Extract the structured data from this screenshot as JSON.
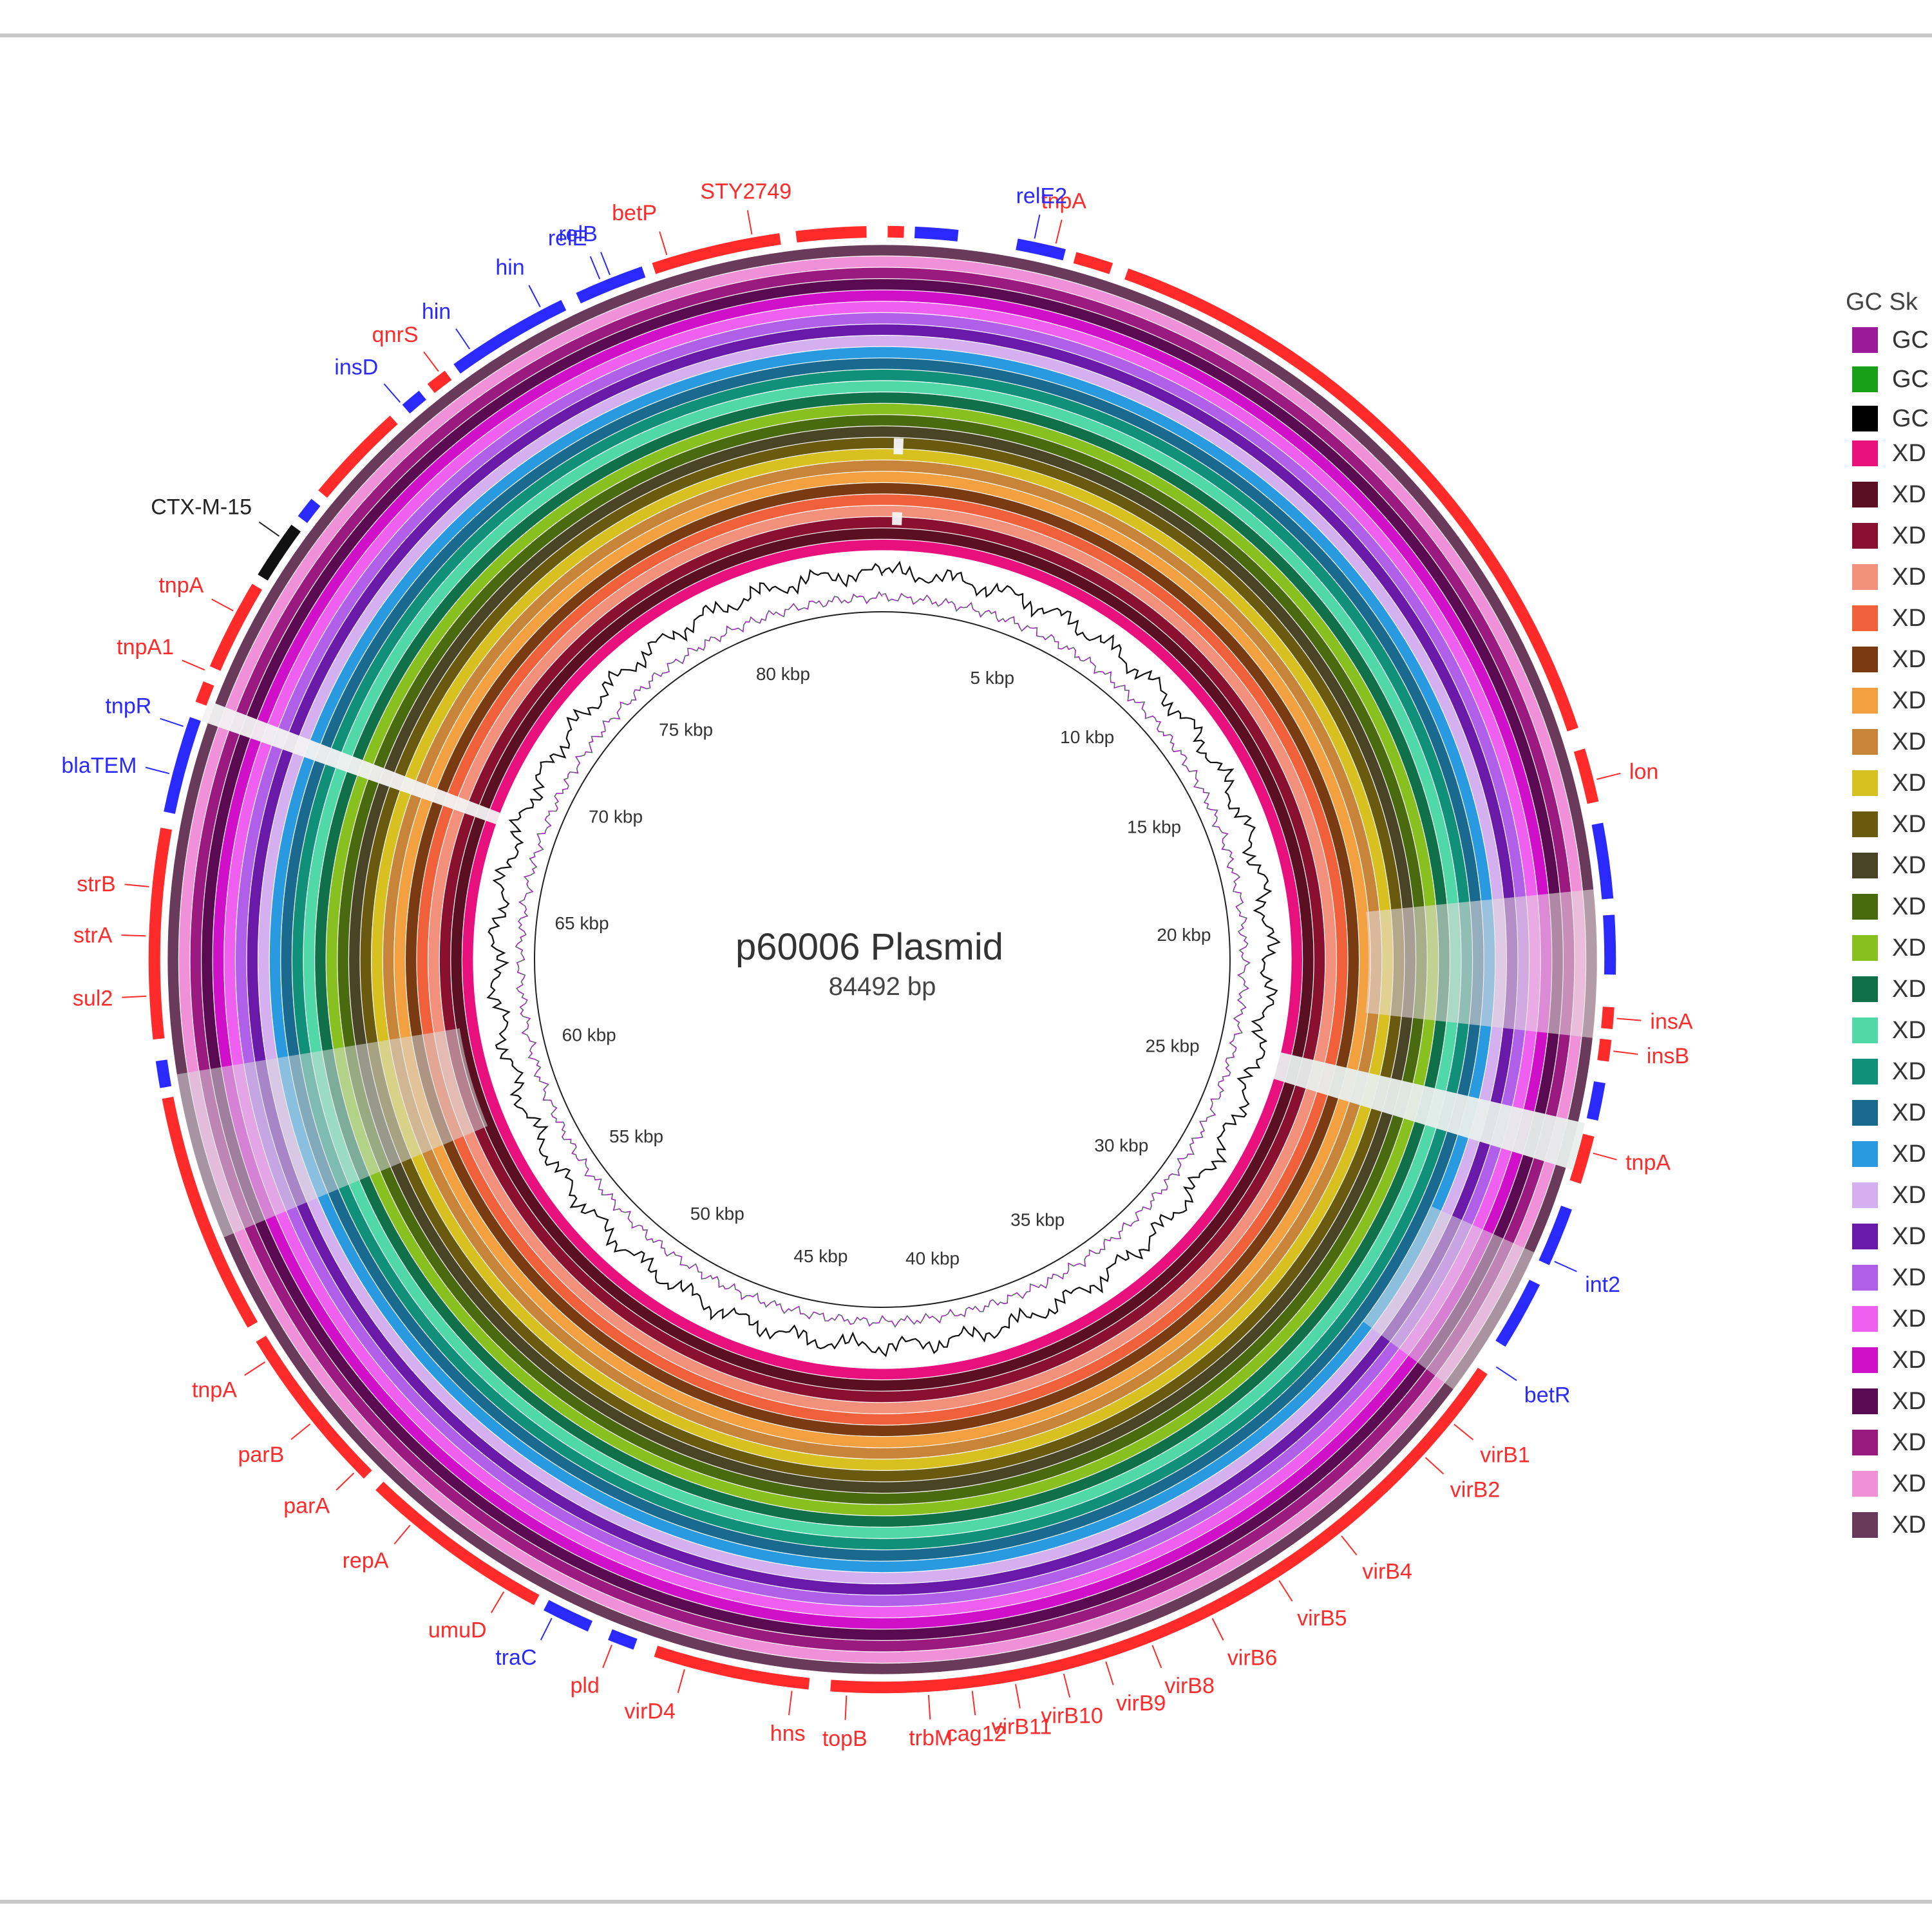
{
  "figure": {
    "center_title": "p60006 Plasmid",
    "center_subtitle": "84492 bp"
  },
  "scale_ticks": [
    "5 kbp",
    "10 kbp",
    "15 kbp",
    "20 kbp",
    "25 kbp",
    "30 kbp",
    "35 kbp",
    "40 kbp",
    "45 kbp",
    "50 kbp",
    "55 kbp",
    "60 kbp",
    "65 kbp",
    "70 kbp",
    "75 kbp",
    "80 kbp"
  ],
  "gene_labels": [
    {
      "text": "tnpA",
      "color": "#ff2a2a",
      "kb": 3.2
    },
    {
      "text": "relE2",
      "color": "#2a2aff",
      "kb": 2.8
    },
    {
      "text": "STY2749",
      "color": "#ff2a2a",
      "kb": 82.1
    },
    {
      "text": "betP",
      "color": "#ff2a2a",
      "kb": 80.5
    },
    {
      "text": "relB",
      "color": "#2a2aff",
      "kb": 79.4
    },
    {
      "text": "relE",
      "color": "#2a2aff",
      "kb": 79.2
    },
    {
      "text": "hin",
      "color": "#2a2aff",
      "kb": 78.0
    },
    {
      "text": "hin",
      "color": "#2a2aff",
      "kb": 76.5
    },
    {
      "text": "qnrS",
      "color": "#ff2a2a",
      "kb": 75.8
    },
    {
      "text": "insD",
      "color": "#2a2aff",
      "kb": 74.9
    },
    {
      "text": "CTX-M-15",
      "color": "#222222",
      "kb": 71.6
    },
    {
      "text": "tnpA",
      "color": "#ff2a2a",
      "kb": 70.0
    },
    {
      "text": "tnpA1",
      "color": "#ff2a2a",
      "kb": 68.8
    },
    {
      "text": "tnpR",
      "color": "#2a2aff",
      "kb": 67.7
    },
    {
      "text": "blaTEM",
      "color": "#2a2aff",
      "kb": 66.8
    },
    {
      "text": "strB",
      "color": "#ff2a2a",
      "kb": 64.7
    },
    {
      "text": "strA",
      "color": "#ff2a2a",
      "kb": 63.8
    },
    {
      "text": "sul2",
      "color": "#ff2a2a",
      "kb": 62.7
    },
    {
      "text": "tnpA",
      "color": "#ff2a2a",
      "kb": 55.6
    },
    {
      "text": "parB",
      "color": "#ff2a2a",
      "kb": 54.2
    },
    {
      "text": "parA",
      "color": "#ff2a2a",
      "kb": 53.0
    },
    {
      "text": "repA",
      "color": "#ff2a2a",
      "kb": 51.6
    },
    {
      "text": "umuD",
      "color": "#ff2a2a",
      "kb": 49.5
    },
    {
      "text": "traC",
      "color": "#2a2aff",
      "kb": 48.5
    },
    {
      "text": "pld",
      "color": "#ff2a2a",
      "kb": 47.3
    },
    {
      "text": "virD4",
      "color": "#ff2a2a",
      "kb": 45.9
    },
    {
      "text": "hns",
      "color": "#ff2a2a",
      "kb": 43.9
    },
    {
      "text": "topB",
      "color": "#ff2a2a",
      "kb": 42.9
    },
    {
      "text": "trbM",
      "color": "#ff2a2a",
      "kb": 41.4
    },
    {
      "text": "cag12",
      "color": "#ff2a2a",
      "kb": 40.6
    },
    {
      "text": "virB11",
      "color": "#ff2a2a",
      "kb": 39.8
    },
    {
      "text": "virB10",
      "color": "#ff2a2a",
      "kb": 38.9
    },
    {
      "text": "virB9",
      "color": "#ff2a2a",
      "kb": 38.1
    },
    {
      "text": "virB8",
      "color": "#ff2a2a",
      "kb": 37.2
    },
    {
      "text": "virB6",
      "color": "#ff2a2a",
      "kb": 36.0
    },
    {
      "text": "virB5",
      "color": "#ff2a2a",
      "kb": 34.6
    },
    {
      "text": "virB4",
      "color": "#ff2a2a",
      "kb": 33.2
    },
    {
      "text": "virB2",
      "color": "#ff2a2a",
      "kb": 31.1
    },
    {
      "text": "virB1",
      "color": "#ff2a2a",
      "kb": 30.3
    },
    {
      "text": "betR",
      "color": "#2a2aff",
      "kb": 29.0
    },
    {
      "text": "int2",
      "color": "#2a2aff",
      "kb": 26.8
    },
    {
      "text": "tnpA",
      "color": "#ff2a2a",
      "kb": 24.7
    },
    {
      "text": "insB",
      "color": "#ff2a2a",
      "kb": 22.8
    },
    {
      "text": "insA",
      "color": "#ff2a2a",
      "kb": 22.2
    },
    {
      "text": "lon",
      "color": "#ff2a2a",
      "kb": 17.8
    }
  ],
  "rings": [
    "#e8107c",
    "#5a1020",
    "#8a1030",
    "#f2907c",
    "#f0603a",
    "#7a3a12",
    "#f2a040",
    "#c8853a",
    "#d8c020",
    "#6a5a10",
    "#4a4426",
    "#4a6a10",
    "#88c020",
    "#10704a",
    "#50d8a8",
    "#109078",
    "#1a6a90",
    "#2a9ae0",
    "#d4b0f0",
    "#6a1aa8",
    "#b060e8",
    "#f060f0",
    "#d010c8",
    "#5a0a50",
    "#9a1a80",
    "#f090d8",
    "#6a3a5a"
  ],
  "legend": {
    "title": "GC Sk",
    "items": [
      {
        "color": "#9a1a9a",
        "text": "GC"
      },
      {
        "color": "#18a018",
        "text": "GC"
      },
      {
        "color": "#000000",
        "text": "GC"
      },
      {
        "color": "#e8107c",
        "text": "XD"
      },
      {
        "color": "#5a1020",
        "text": "XD"
      },
      {
        "color": "#8a1030",
        "text": "XD"
      },
      {
        "color": "#f2907c",
        "text": "XD"
      },
      {
        "color": "#f0603a",
        "text": "XD"
      },
      {
        "color": "#7a3a12",
        "text": "XD"
      },
      {
        "color": "#f2a040",
        "text": "XD"
      },
      {
        "color": "#c8853a",
        "text": "XD"
      },
      {
        "color": "#d8c020",
        "text": "XD"
      },
      {
        "color": "#6a5a10",
        "text": "XD"
      },
      {
        "color": "#4a4426",
        "text": "XD"
      },
      {
        "color": "#4a6a10",
        "text": "XD"
      },
      {
        "color": "#88c020",
        "text": "XD"
      },
      {
        "color": "#10704a",
        "text": "XD"
      },
      {
        "color": "#50d8a8",
        "text": "XD"
      },
      {
        "color": "#109078",
        "text": "XD"
      },
      {
        "color": "#1a6a90",
        "text": "XD"
      },
      {
        "color": "#2a9ae0",
        "text": "XD"
      },
      {
        "color": "#d4b0f0",
        "text": "XD"
      },
      {
        "color": "#6a1aa8",
        "text": "XD"
      },
      {
        "color": "#b060e8",
        "text": "XD"
      },
      {
        "color": "#f060f0",
        "text": "XD"
      },
      {
        "color": "#d010c8",
        "text": "XD"
      },
      {
        "color": "#5a0a50",
        "text": "XD"
      },
      {
        "color": "#9a1a80",
        "text": "XD"
      },
      {
        "color": "#f090d8",
        "text": "XD"
      },
      {
        "color": "#6a3a5a",
        "text": "XD"
      }
    ]
  }
}
